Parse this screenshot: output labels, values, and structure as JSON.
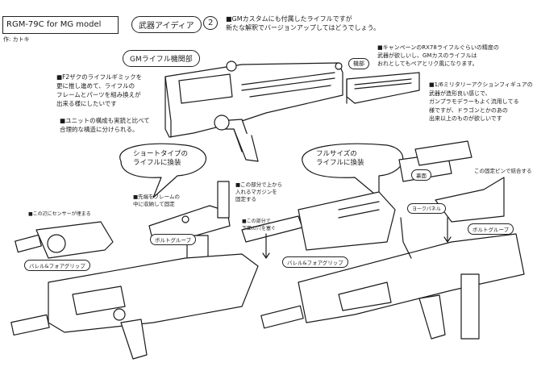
{
  "header": {
    "title": "RGM-79C for MG model",
    "author": "作: カトキ",
    "section": "武器アイディア",
    "section_number": "2"
  },
  "notes": {
    "intro": "■GMカスタムにも付属したライフルですが\n新たな解釈でバージョンアップしてはどうでしょう。",
    "campaign": "■キャンペーンのRX78ライフルぐらいの精度の\n武器が欲しいし、GMカスのライフルは\nおれとしてもペアとリク風になります。",
    "f2zaku": "■F2ザクのライフルギミックを\n更に推し進めて、ライフルの\nフレームとパーツを組み換えが\n出来る様にしたいです",
    "unit": "■ユニットの構成も実銃と比べて\n合理的な構造に分けられる。",
    "figure": "■1/6ミリタリーアクションフィギュアの\n武器が造形良い感じで、\nガンプラモデラーもよく流用してる\n様ですが、ドラゴンとかのあの\n出来以上のものが欲しいです",
    "magazine_fix": "■この部分で上から\n入れるマガジンを\n固定する",
    "tip_store": "■先端をフレームの\n中に収納して固定",
    "sensor": "■この辺にセンサーが埋まる",
    "hole_cover": "■この部分で\n下面の穴を塞ぐ",
    "pin": "この固定ピンで結合する"
  },
  "labels": {
    "receiver": "GMライフル機関部",
    "detail": "機部",
    "short_bubble": "ショートタイプの\nライフルに換装",
    "full_bubble": "フルサイズの\nライフルに換装",
    "bolt_group_short": "ボルトグループ",
    "bolt_group_full": "ボルトグループ",
    "barrel_short": "バレル&フォアグリップ",
    "barrel_full": "バレル&フォアグリップ",
    "back_side": "裏面",
    "panel": "ヨークパネル"
  }
}
